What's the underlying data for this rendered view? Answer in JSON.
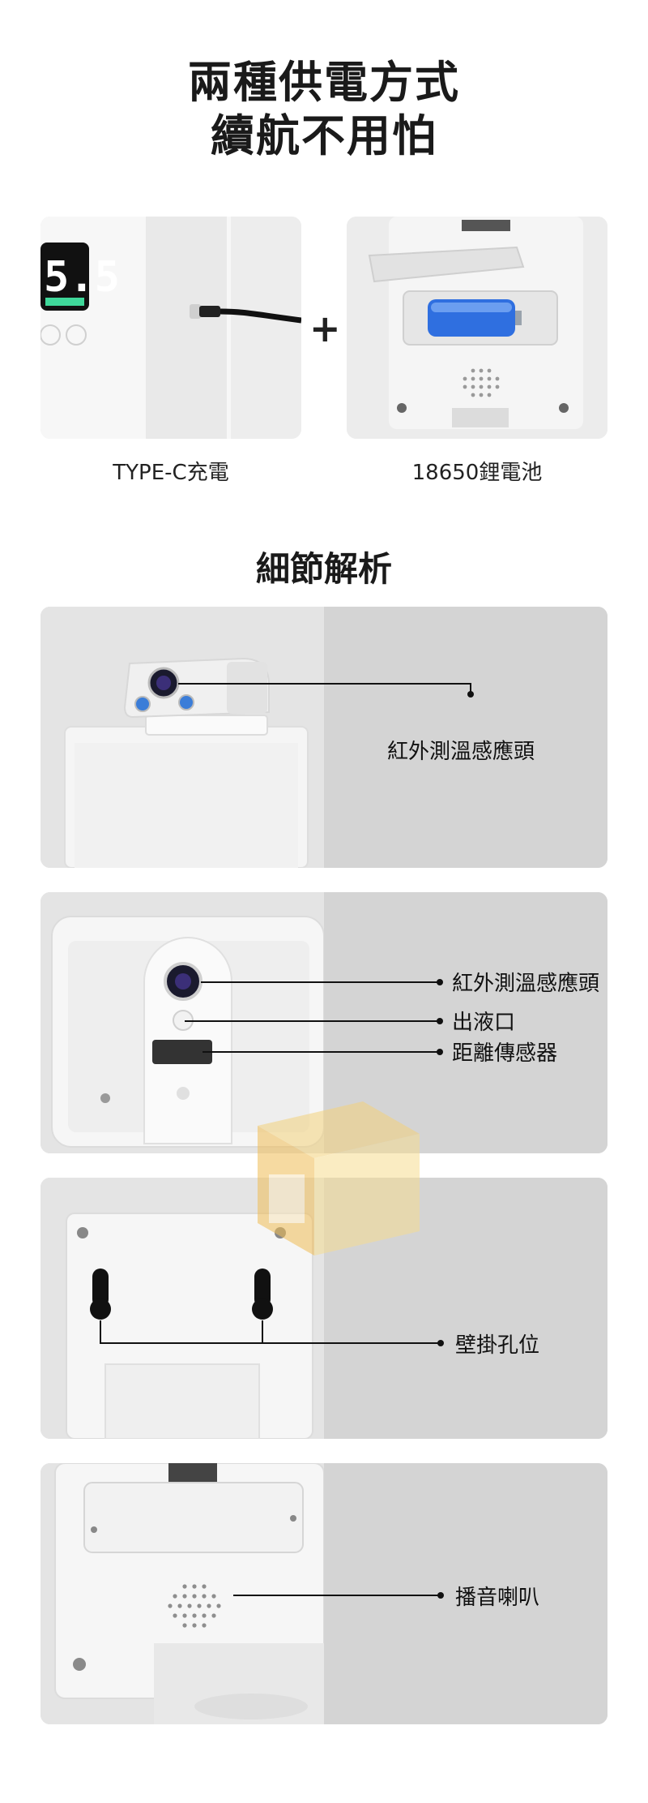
{
  "header": {
    "line1": "兩種供電方式",
    "line2": "續航不用怕"
  },
  "power": {
    "plus": "+",
    "typec_label": "TYPE-C充電",
    "battery_label": "18650鋰電池",
    "display_reading": "5.5"
  },
  "details": {
    "title": "細節解析",
    "panel1": {
      "label": "紅外測溫感應頭"
    },
    "panel2": {
      "labels": [
        "紅外測溫感應頭",
        "出液口",
        "距離傳感器"
      ]
    },
    "panel3": {
      "label": "壁掛孔位"
    },
    "panel4": {
      "label": "播音喇叭"
    }
  },
  "colors": {
    "display_green": "#3fd89a",
    "battery_blue": "#2f6fe0",
    "lens_blue": "#3b7dd8",
    "panel_right": "#d4d4d4",
    "panel_left": "#e4e4e4"
  }
}
